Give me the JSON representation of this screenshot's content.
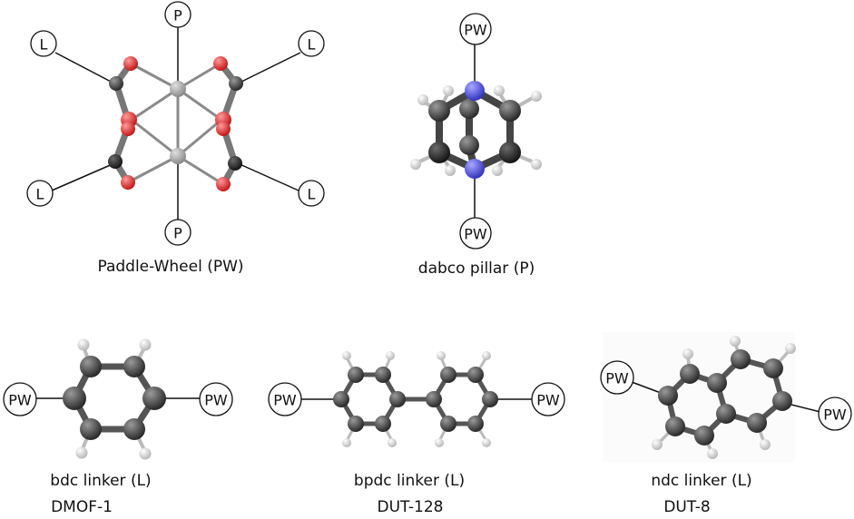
{
  "labels": {
    "pw": "PW",
    "p": "P",
    "l": "L"
  },
  "captions": {
    "paddlewheel": "Paddle-Wheel (PW)",
    "dabco": "dabco pillar (P)",
    "bdc": "bdc linker (L)",
    "bpdc": "bpdc linker (L)",
    "ndc": "ndc linker (L)",
    "dmof": "DMOF-1",
    "dut128": "DUT-128",
    "dut8": "DUT-8"
  },
  "colors": {
    "carbon": "#555555",
    "carbon_dark": "#2e2e2e",
    "oxygen": "#e23030",
    "nitrogen": "#4a4ad8",
    "hydrogen": "#f2f2f2",
    "metal": "#a8a8a8",
    "bond": "#111111"
  }
}
